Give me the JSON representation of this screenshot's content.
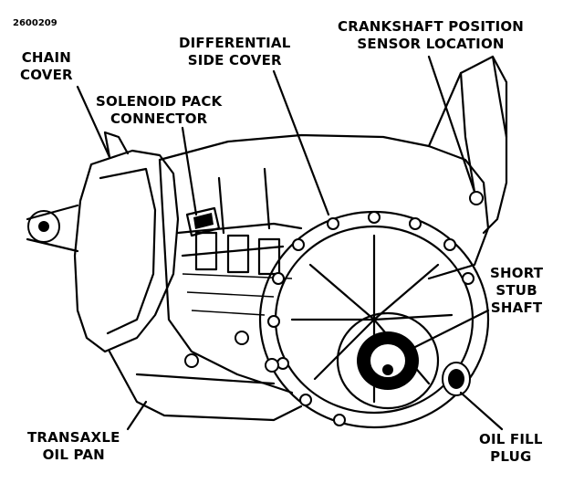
{
  "figure_id": "2600209",
  "callouts": {
    "chain_cover": "CHAIN\nCOVER",
    "differential_side_cover": "DIFFERENTIAL\nSIDE COVER",
    "crankshaft_sensor": "CRANKSHAFT POSITION\nSENSOR LOCATION",
    "solenoid_pack_connector": "SOLENOID PACK\nCONNECTOR",
    "short_stub_shaft": "SHORT\nSTUB\nSHAFT",
    "transaxle_oil_pan": "TRANSAXLE\nOIL PAN",
    "oil_fill_plug": "OIL FILL\nPLUG"
  }
}
